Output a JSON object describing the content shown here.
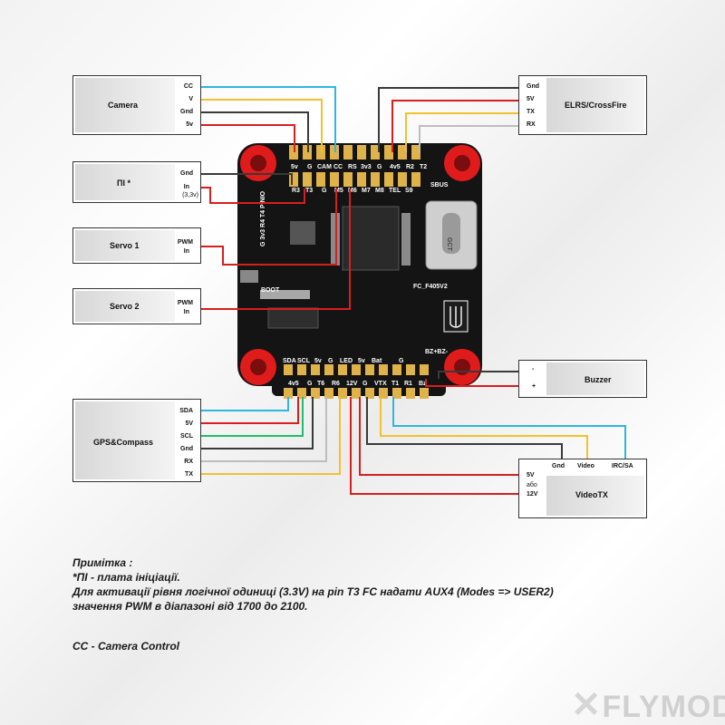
{
  "board": {
    "name": "FC_F405V2",
    "header_top_row": [
      "5v",
      "G",
      "CAM",
      "CC",
      "RS",
      "3v3",
      "G",
      "4v5",
      "R2",
      "T2"
    ],
    "header_top_row2": [
      "R3",
      "T3",
      "G",
      "M5",
      "M6",
      "M7",
      "M8",
      "TEL",
      "S9"
    ],
    "side_labels": [
      "SBUS",
      "BOOT",
      "G 3v3 R4 T4 PINIO"
    ],
    "header_bottom_row": [
      "SDA",
      "SCL",
      "5v",
      "G",
      "LED",
      "5v",
      "Bat",
      "G"
    ],
    "header_bottom_row2": [
      "4v5",
      "G",
      "T6",
      "R6",
      "12V",
      "G",
      "VTX",
      "T1",
      "R1",
      "Bz"
    ],
    "bz_label": "BZ+BZ-",
    "usb_label": "GCT"
  },
  "modules": {
    "camera": {
      "title": "Camera",
      "pins": [
        "CC",
        "V",
        "Gnd",
        "5v"
      ]
    },
    "pi": {
      "title": "ПІ *",
      "pins": [
        "Gnd",
        "In",
        "(3,3v)"
      ]
    },
    "servo1": {
      "title": "Servo 1",
      "pins": [
        "PWM",
        "In"
      ]
    },
    "servo2": {
      "title": "Servo 2",
      "pins": [
        "PWM",
        "In"
      ]
    },
    "gps": {
      "title": "GPS&Compass",
      "pins": [
        "SDA",
        "5V",
        "SCL",
        "Gnd",
        "RX",
        "TX"
      ]
    },
    "elrs": {
      "title": "ELRS/CrossFire",
      "pins": [
        "Gnd",
        "5V",
        "TX",
        "RX"
      ]
    },
    "buzzer": {
      "title": "Buzzer",
      "pins": [
        "-",
        "+"
      ]
    },
    "videotx": {
      "title": "VideoTX",
      "pins_left": [
        "5V",
        "або",
        "12V"
      ],
      "pins_top": [
        "Gnd",
        "Video",
        "IRC/SA"
      ]
    }
  },
  "notes": {
    "line1": "Примітка :",
    "line2": "*ПІ - плата ініціації.",
    "line3": "Для активації рівня логічної одиниці (3.3V) на pin T3 FC надати AUX4 (Modes => USER2)",
    "line4": "значення PWM в діапазоні від 1700 до 2100.",
    "line5": "CC - Camera Control"
  },
  "watermark": "FLYMOD",
  "colors": {
    "red": "#d81e1e",
    "yellow": "#f2c12e",
    "cyan": "#2cb7e0",
    "green": "#1fbf6a",
    "grey": "#9a9a9a",
    "dark": "#3a3a3a",
    "pcb": "#151515"
  }
}
